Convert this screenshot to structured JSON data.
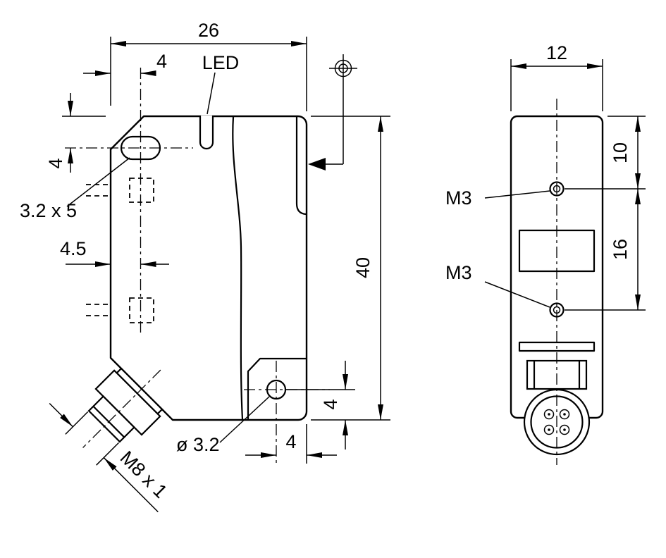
{
  "drawing": {
    "background": "#ffffff",
    "line_color": "#000000",
    "side_view": {
      "width_dim": "26",
      "slot_offset_from_left_dim": "4",
      "slot_offset_from_top_dim": "4",
      "slot_size_label": "3.2 x 5",
      "led_label": "LED",
      "hidden_hole_offset_dim": "4.5",
      "height_dim": "40",
      "hole_dia_label": "ø 3.2",
      "hole_offset_from_right_dim": "4",
      "hole_offset_from_bottom_dim": "4",
      "connector_thread_label": "M8 x 1"
    },
    "front_view": {
      "width_dim": "12",
      "top_hole_offset_dim": "10",
      "hole_spacing_dim": "16",
      "top_thread_label": "M3",
      "bottom_thread_label": "M3"
    }
  }
}
